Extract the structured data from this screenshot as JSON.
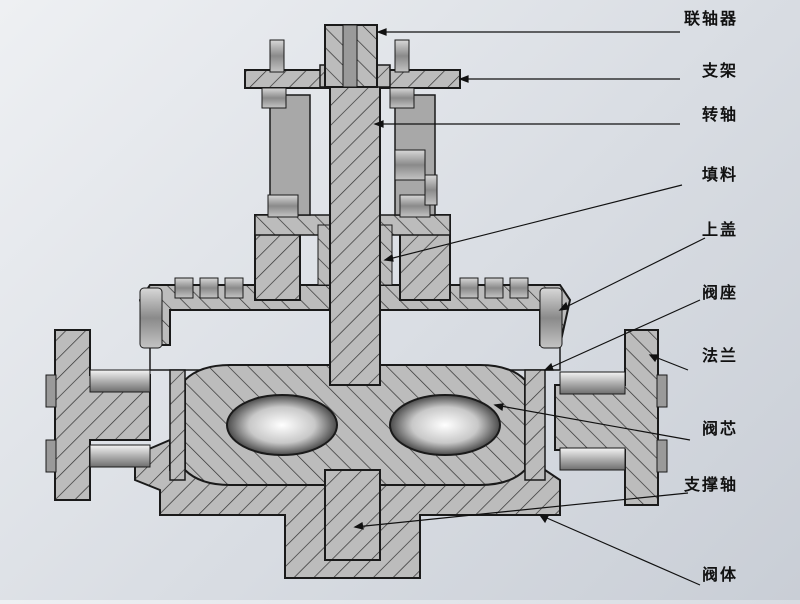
{
  "diagram": {
    "colors": {
      "section_fill": "#bcbcbc",
      "hatch": "#303030",
      "outline": "#1a1a1a",
      "cavity": "#f0f1f3",
      "part_gray": "#9a9a9a",
      "dark": "#5a5a5a",
      "leader": "#111111"
    },
    "callouts": [
      {
        "id": "coupling",
        "label": "联轴器"
      },
      {
        "id": "bracket",
        "label": "支架"
      },
      {
        "id": "shaft",
        "label": "转轴"
      },
      {
        "id": "packing",
        "label": "填料"
      },
      {
        "id": "bonnet",
        "label": "上盖"
      },
      {
        "id": "seat",
        "label": "阀座"
      },
      {
        "id": "flange",
        "label": "法兰"
      },
      {
        "id": "plug",
        "label": "阀芯"
      },
      {
        "id": "support-shaft",
        "label": "支撑轴"
      },
      {
        "id": "body",
        "label": "阀体"
      }
    ]
  }
}
